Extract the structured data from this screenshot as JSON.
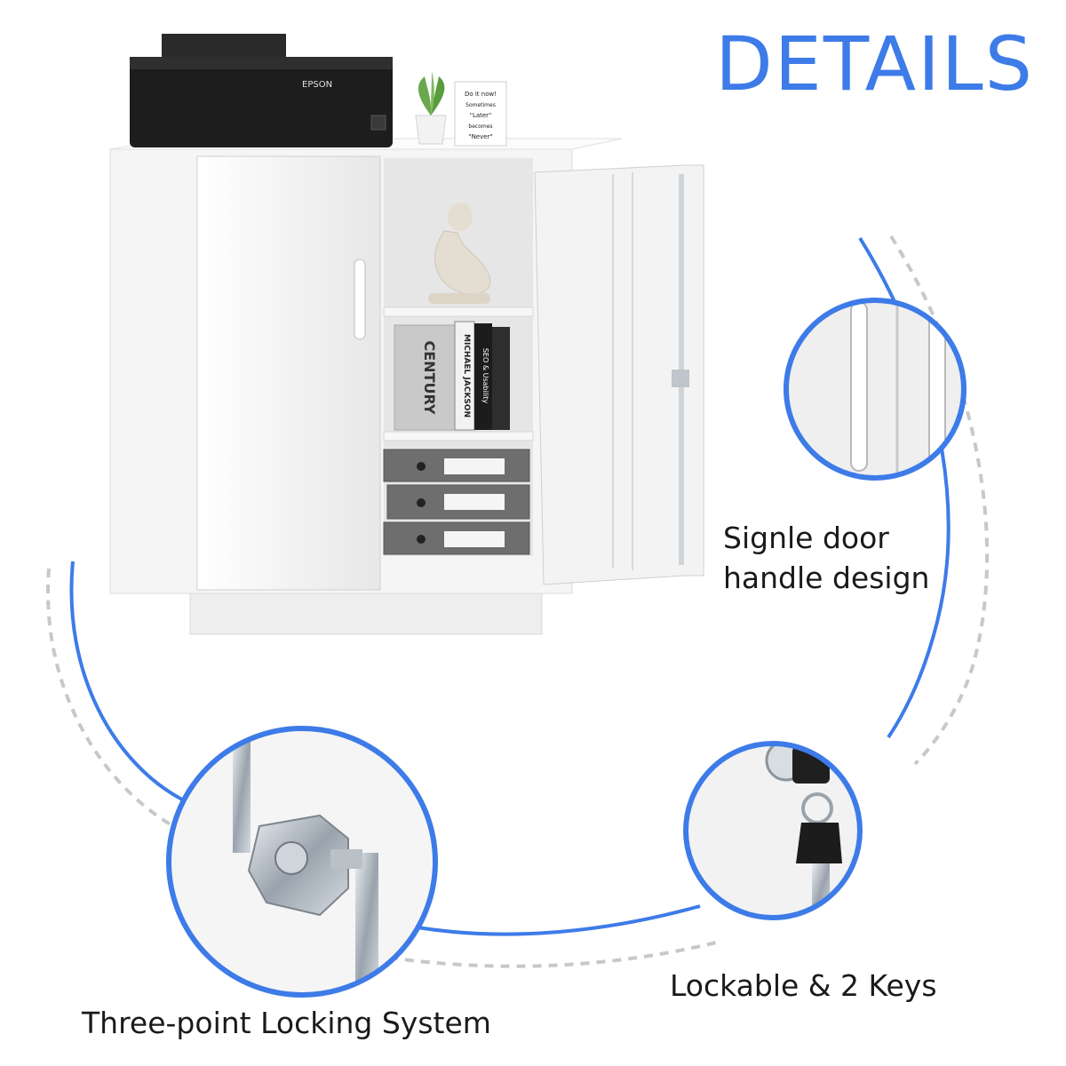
{
  "heading": "DETAILS",
  "colors": {
    "accent": "#3d7be8",
    "arc_dash": "#c8c8c8",
    "cabinet_white": "#f4f4f4",
    "text": "#1a1a1a"
  },
  "product": {
    "printer_brand": "EPSON",
    "note_card": {
      "line1": "Do it now!",
      "line2": "Sometimes",
      "line3": "\"Later\"",
      "line4": "becomes",
      "line5": "\"Never\""
    },
    "book_titles": {
      "century": "CENTURY",
      "jackson": "MICHAEL JACKSON",
      "seo": "SEO & Usability"
    }
  },
  "features": {
    "handle": {
      "caption": "Signle door handle design",
      "icon": "door-handle-closeup"
    },
    "lock_keys": {
      "caption": "Lockable & 2 Keys",
      "icon": "key-lock-closeup"
    },
    "locking_system": {
      "caption": "Three-point Locking System",
      "icon": "locking-rod-closeup"
    }
  }
}
